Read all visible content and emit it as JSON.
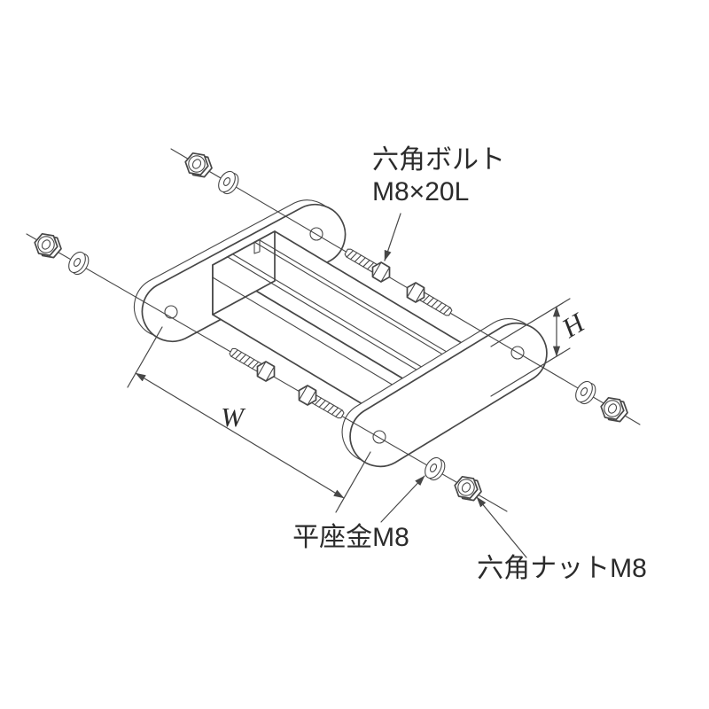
{
  "diagram": {
    "labels": {
      "bolt_name": "六角ボルト",
      "bolt_size": "M8×20L",
      "washer": "平座金M8",
      "nut": "六角ナットM8",
      "width_dim": "W",
      "height_dim": "H"
    },
    "parts": {
      "bolt": "hex-bolt-M8x20L",
      "washer": "flat-washer-M8",
      "nut": "hex-nut-M8",
      "body": "channel-bracket-with-end-plates"
    }
  },
  "colors": {
    "stroke": "#474747",
    "text": "#2b2b2b",
    "background": "#ffffff"
  }
}
